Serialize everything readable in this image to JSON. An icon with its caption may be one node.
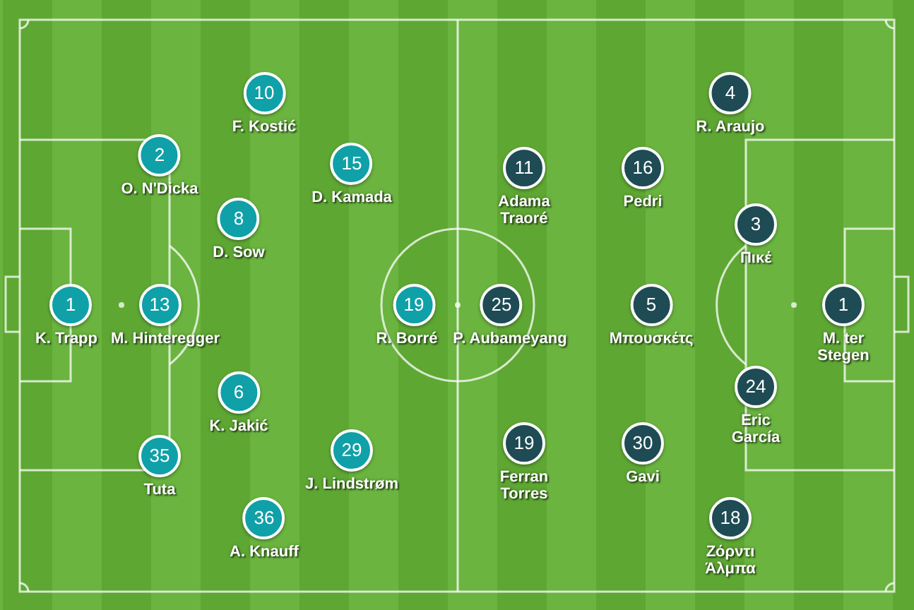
{
  "diagram": {
    "nodes": [
      {
        "text": [
          "1"
        ],
        "beside": [
          "K. Trapp"
        ]
      },
      {
        "text": [
          "2"
        ],
        "beside": [
          "O. N'Dicka"
        ]
      },
      {
        "text": [
          "13"
        ],
        "beside": [
          "M. Hinteregger"
        ]
      },
      {
        "text": [
          "35"
        ],
        "beside": [
          "Tuta"
        ]
      },
      {
        "text": [
          "10"
        ],
        "beside": [
          "F. Kostić"
        ]
      },
      {
        "text": [
          "8"
        ],
        "beside": [
          "D. Sow"
        ]
      },
      {
        "text": [
          "6"
        ],
        "beside": [
          "K. Jakić"
        ]
      },
      {
        "text": [
          "36"
        ],
        "beside": [
          "A. Knauff"
        ]
      },
      {
        "text": [
          "15"
        ],
        "beside": [
          "D. Kamada"
        ]
      },
      {
        "text": [
          "29"
        ],
        "beside": [
          "J. Lindstrøm"
        ]
      },
      {
        "text": [
          "19"
        ],
        "beside": [
          "R. Borré"
        ]
      },
      {
        "text": [
          "25"
        ],
        "beside": [
          "P. Aubameyang"
        ]
      },
      {
        "text": [
          "11"
        ],
        "beside": [
          "Adama Traoré"
        ]
      },
      {
        "text": [
          "19"
        ],
        "beside": [
          "Ferran Torres"
        ]
      },
      {
        "text": [
          "16"
        ],
        "beside": [
          "Pedri"
        ]
      },
      {
        "text": [
          "5"
        ],
        "beside": [
          "Μπουσκέτς"
        ]
      },
      {
        "text": [
          "30"
        ],
        "beside": [
          "Gavi"
        ]
      },
      {
        "text": [
          "4"
        ],
        "beside": [
          "R. Araujo"
        ]
      },
      {
        "text": [
          "3"
        ],
        "beside": [
          "Πικέ"
        ]
      },
      {
        "text": [
          "24"
        ],
        "beside": [
          "Eric García"
        ]
      },
      {
        "text": [
          "18"
        ],
        "beside": [
          "Ζόρντι Άλμπα"
        ]
      },
      {
        "text": [
          "1"
        ],
        "beside": [
          "M. ter Stegen"
        ]
      }
    ]
  }
}
